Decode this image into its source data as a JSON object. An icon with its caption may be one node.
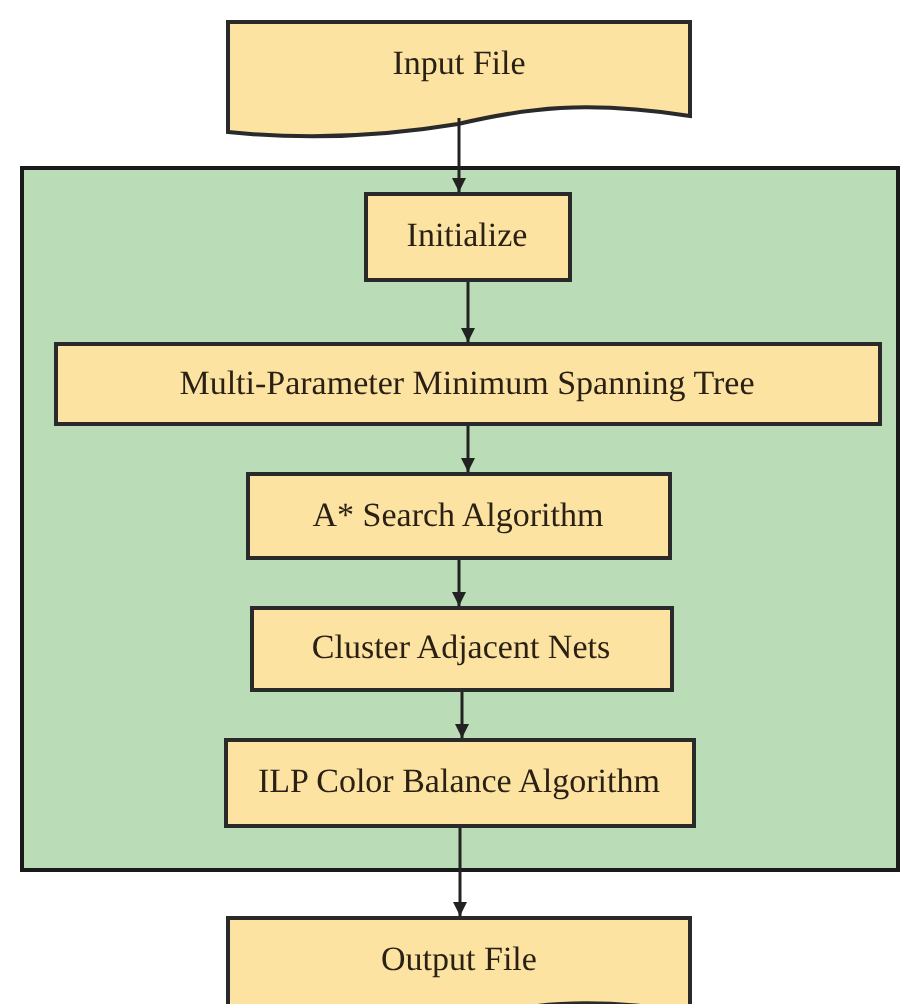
{
  "diagram": {
    "nodes": [
      {
        "text": [
          "Input File"
        ]
      },
      {
        "text": [],
        "shape": "box"
      },
      {
        "text": [
          "Initialize"
        ],
        "in": 1
      },
      {
        "text": [
          "Multi-Parameter Minimum Spanning Tree"
        ],
        "in": 1
      },
      {
        "text": [
          "A* Search Algorithm"
        ],
        "in": 1
      },
      {
        "text": [
          "Cluster Adjacent Nets"
        ],
        "in": 1
      },
      {
        "text": [
          "ILP Color Balance Algorithm"
        ],
        "in": 1
      },
      {
        "text": [
          "Output File"
        ]
      }
    ],
    "edges": [
      {
        "from": 0,
        "to": 2,
        "arrow": "to"
      },
      {
        "from": 2,
        "to": 3,
        "arrow": "to"
      },
      {
        "from": 3,
        "to": 4,
        "arrow": "to"
      },
      {
        "from": 4,
        "to": 5,
        "arrow": "to"
      },
      {
        "from": 5,
        "to": 6,
        "arrow": "to"
      },
      {
        "from": 6,
        "to": 7,
        "arrow": "to"
      }
    ]
  }
}
